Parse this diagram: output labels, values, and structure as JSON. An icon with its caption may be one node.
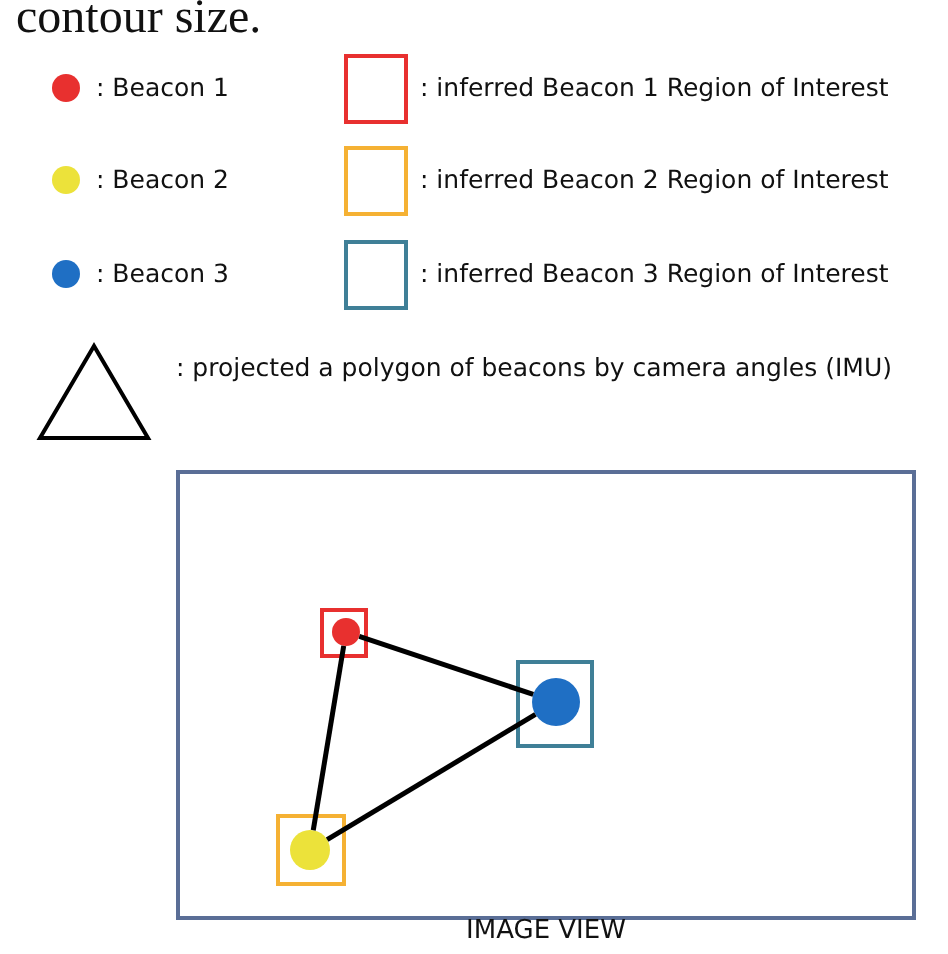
{
  "diagram": {
    "nodes": [
      {
        "text": [
          "IMAGE VIEW"
        ]
      },
      {
        "text": [],
        "shape": "box",
        "in": 0
      },
      {
        "text": [],
        "shape": "circle",
        "in": 1
      },
      {
        "text": [],
        "shape": "box",
        "in": 0
      },
      {
        "text": [],
        "shape": "circle",
        "in": 3
      },
      {
        "text": [],
        "shape": "box",
        "in": 0
      },
      {
        "text": [],
        "shape": "circle",
        "in": 5
      }
    ],
    "edges": [
      {
        "from": 2,
        "to": 4,
        "arrow": "none"
      },
      {
        "from": 4,
        "to": 6,
        "arrow": "none"
      },
      {
        "from": 6,
        "to": 2,
        "arrow": "none"
      }
    ],
    "labels": [
      "contour size."
    ],
    "legend": [
      {
        "text": ": Beacon 1",
        "color": "#e8302f"
      },
      {
        "text": ": inferred Beacon 1 Region of Interest"
      },
      {
        "text": ": Beacon 2",
        "color": "#ece23a"
      },
      {
        "text": ": inferred Beacon 2 Region of Interest"
      },
      {
        "text": ": Beacon 3",
        "color": "#1f6fc4"
      },
      {
        "text": ": inferred Beacon 3 Region of Interest"
      },
      {
        "text": ": projected a polygon of beacons by camera angles (IMU)"
      }
    ]
  }
}
